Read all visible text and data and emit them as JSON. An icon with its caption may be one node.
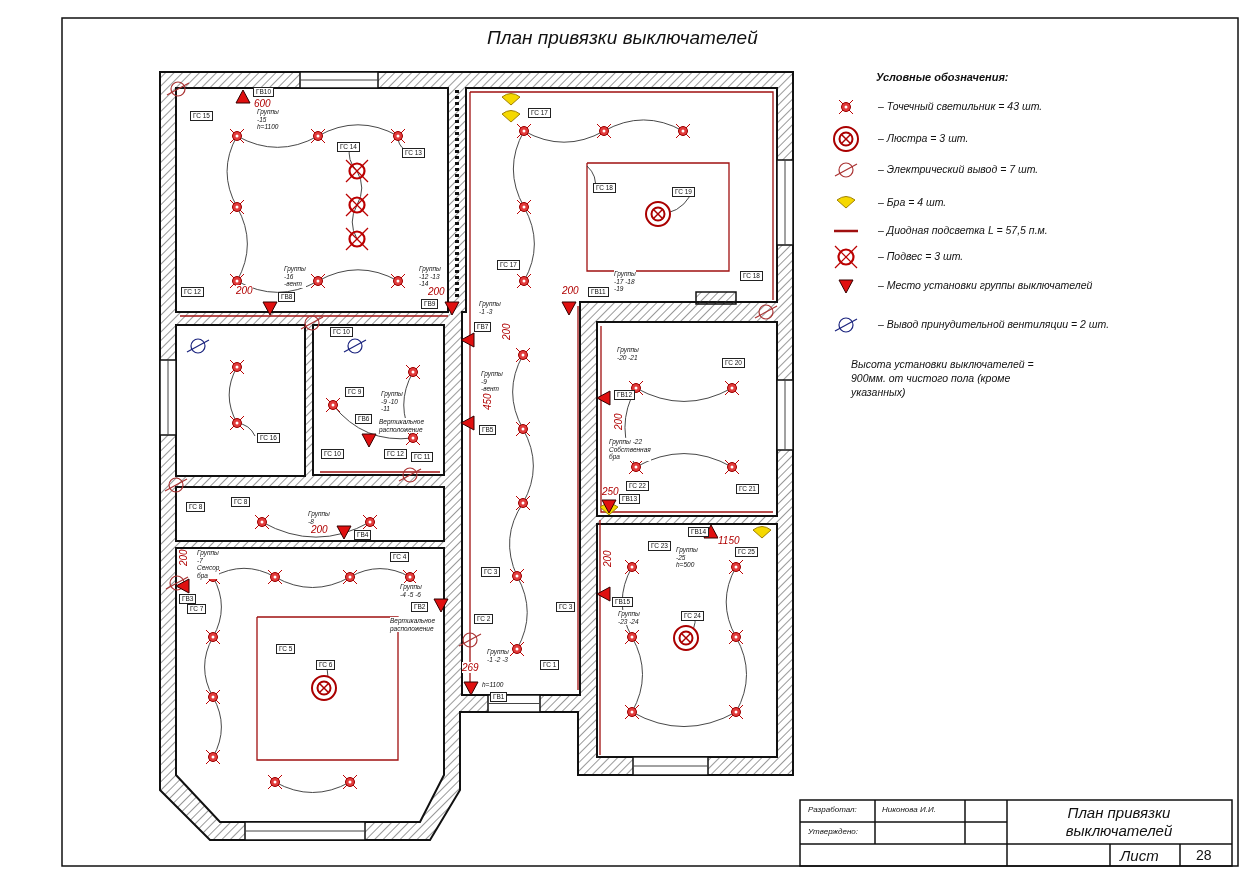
{
  "diagram": {
    "title": "План привязки выключателей",
    "labels": [
      "ГВ10",
      "600",
      "ГС 15",
      "Группы -15 h=1100",
      "ГС 14",
      "ГС 13",
      "ГС 12",
      "Группы -16 -вент",
      "200",
      "ГВ8",
      "Группы -12 -13 -14",
      "200",
      "ГВ9",
      "ГС 17",
      "ГС 18",
      "ГС 19",
      "ГС 17",
      "ГС 18",
      "200",
      "ГВ11",
      "Группы -17 -18 -19",
      "Группы -1 -3",
      "ГВ7",
      "200",
      "Группы -9 -вент",
      "450",
      "ГВ5",
      "ГС 3",
      "ГС 3",
      "ГС 2",
      "Группы -1 -2 -3",
      "269",
      "h=1100",
      "ГВ1",
      "ГС 1",
      "ГС 16",
      "ГС 10",
      "ГС 9",
      "Группы -9 -10 -11",
      "ГВ6",
      "Вертикальное расположение",
      "ГС 10",
      "ГС 12",
      "ГС 11",
      "ГС 8",
      "ГС 8",
      "Группы -8",
      "200",
      "ГВ4",
      "Группы -7 Сенсор бра",
      "200",
      "ГВ3",
      "ГС 7",
      "ГС 4",
      "Группы -4 -5 -6",
      "ГВ2",
      "Вертикальное расположение",
      "ГС 5",
      "ГС 6",
      "Группы -20 -21",
      "ГВ12",
      "ГС 20",
      "200",
      "Группы -22 Собственная бра",
      "ГС 22",
      "250",
      "ГВ13",
      "ГС 21",
      "ГВ14",
      "1150",
      "ГС 25",
      "ГС 23",
      "Группы -25 h=500",
      "200",
      "ГВ15",
      "Группы -23 -24",
      "ГС 24",
      "Условные обозначения:",
      "Высота установки выключателей = 900мм. от чистого пола (кроме указанных)",
      "Разработал:",
      "Никонова И.И.",
      "Утверждено:",
      "План привязки выключателей",
      "Лист",
      "28"
    ],
    "legend": [
      {
        "text": "– Точечный светильник = 43 шт."
      },
      {
        "text": "– Люстра = 3 шт."
      },
      {
        "text": "– Электрический вывод = 7 шт."
      },
      {
        "text": "– Бра = 4 шт."
      },
      {
        "text": "– Диодная подсветка  L = 57,5 п.м."
      },
      {
        "text": "– Подвес = 3 шт."
      },
      {
        "text": "– Место установки группы выключателей"
      },
      {
        "text": "– Вывод принудительной вентиляции = 2 шт."
      }
    ]
  }
}
